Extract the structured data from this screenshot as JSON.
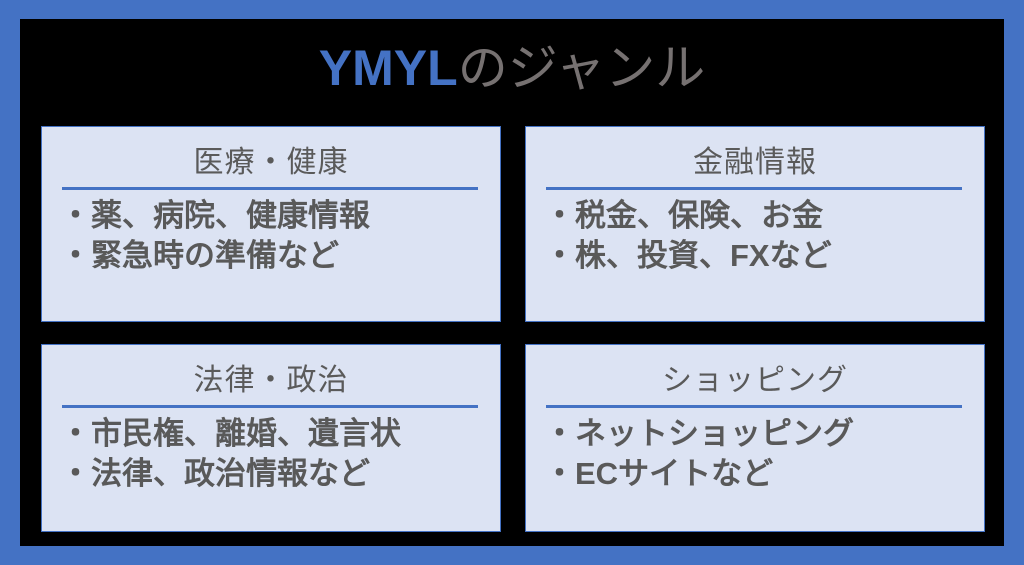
{
  "slide": {
    "title": {
      "main": "YMYL",
      "sub": "のジャンル",
      "main_color": "#4472C4",
      "sub_color": "#767171"
    },
    "border_color": "#4472C4",
    "background_color": "#000000",
    "card_fill_color": "#DCE3F3",
    "card_border_color": "#4472C4",
    "rule_color": "#4472C4",
    "text_color": "#595959"
  },
  "cards": [
    {
      "title": "医療・健康",
      "lines": [
        "・薬、病院、健康情報",
        "・緊急時の準備など"
      ]
    },
    {
      "title": "金融情報",
      "lines": [
        "・税金、保険、お金",
        "・株、投資、FXなど"
      ]
    },
    {
      "title": "法律・政治",
      "lines": [
        "・市民権、離婚、遺言状",
        "・法律、政治情報など"
      ]
    },
    {
      "title": "ショッピング",
      "lines": [
        "・ネットショッピング",
        "・ECサイトなど"
      ]
    }
  ]
}
